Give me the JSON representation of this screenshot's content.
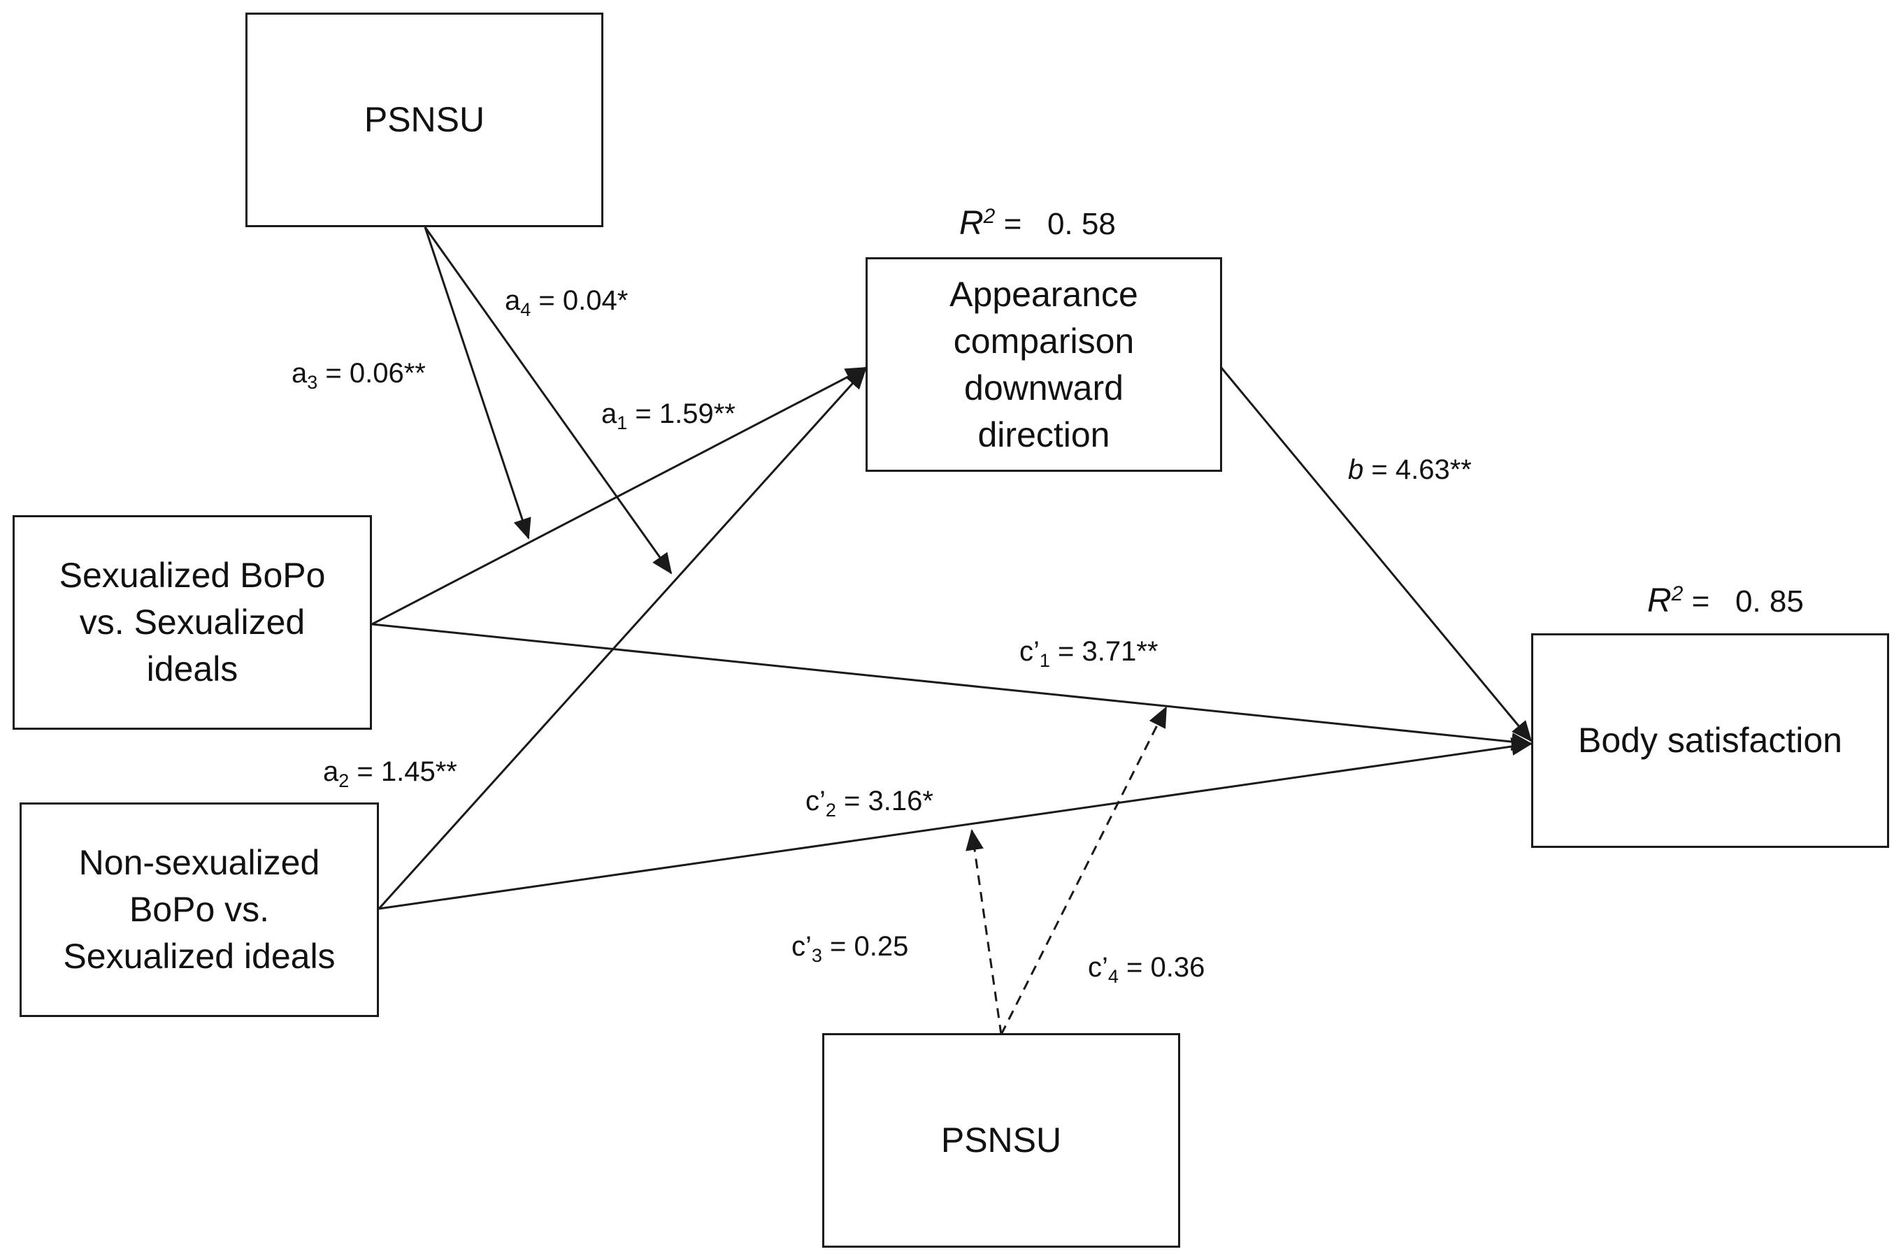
{
  "boxes": {
    "psnsu_top": "PSNSU",
    "psnsu_bottom": "PSNSU",
    "mediator": [
      "Appearance",
      "comparison",
      "downward",
      "direction"
    ],
    "sexualized": [
      "Sexualized BoPo",
      "vs. Sexualized",
      "ideals"
    ],
    "nonsexualized": [
      "Non-sexualized",
      "BoPo vs.",
      "Sexualized ideals"
    ],
    "outcome": "Body satisfaction"
  },
  "r_squared": {
    "symbol": "R",
    "power": "2",
    "mediator": "=   0. 58",
    "outcome": "=   0. 85"
  },
  "paths": {
    "a1": {
      "base": "a",
      "sub": "1",
      "value": " = 1.59**"
    },
    "a2": {
      "base": "a",
      "sub": "2",
      "value": " = 1.45**"
    },
    "a3": {
      "base": "a",
      "sub": "3",
      "value": " = 0.06**"
    },
    "a4": {
      "base": "a",
      "sub": "4",
      "value": " = 0.04*"
    },
    "b": {
      "base": "b",
      "value": " = 4.63**"
    },
    "c1": {
      "base": "c’",
      "sub": "1",
      "value": " = 3.71**"
    },
    "c2": {
      "base": "c’",
      "sub": "2",
      "value": " = 3.16*"
    },
    "c3": {
      "base": "c’",
      "sub": "3",
      "value": " = 0.25"
    },
    "c4": {
      "base": "c’",
      "sub": "4",
      "value": " = 0.36"
    }
  },
  "line_color": "#1a1a1a"
}
